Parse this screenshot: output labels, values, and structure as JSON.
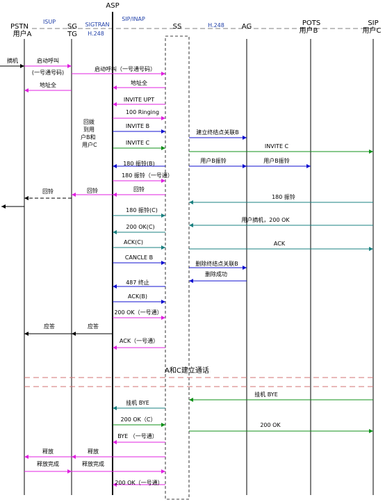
{
  "header": {
    "asp": "ASP",
    "pstn": "PSTN",
    "user_a": "用户A",
    "sg": "SG",
    "tg": "TG",
    "ss": "SS",
    "ag": "AG",
    "pots": "POTS",
    "user_b": "用户B",
    "sip": "SIP",
    "user_c": "用户C"
  },
  "protocols": {
    "isup": "ISUP",
    "sigtran": "SIGTRAN",
    "h248_left": "H.248",
    "sip_inap": "SIP/INAP",
    "h248_right": "H.248"
  },
  "colors": {
    "black": "#000000",
    "magenta": "#e020e0",
    "blue": "#1010d0",
    "green": "#10901a",
    "teal": "#1a8080",
    "dash_red": "#d07070"
  },
  "notes": {
    "parallel_ring": [
      "回拨",
      "到用",
      "户B和",
      "用户C"
    ],
    "call_established": "A和C建立通话"
  },
  "messages": [
    {
      "label": "摘机",
      "color": "black"
    },
    {
      "label": "启动呼叫",
      "color": "magenta"
    },
    {
      "label": "(一号通号码)",
      "color": "black"
    },
    {
      "label": "启动呼叫（一号通号码）",
      "color": "magenta"
    },
    {
      "label": "地址全",
      "color": "magenta"
    },
    {
      "label": "地址全",
      "color": "magenta"
    },
    {
      "label": "INVITE UPT",
      "color": "magenta"
    },
    {
      "label": "100 Ringing",
      "color": "magenta"
    },
    {
      "label": "INVITE B",
      "color": "blue"
    },
    {
      "label": "建立终结点关联B",
      "color": "blue"
    },
    {
      "label": "INVITE C",
      "color": "green"
    },
    {
      "label": "INVITE C",
      "color": "green"
    },
    {
      "label": "180 振铃(B)",
      "color": "blue"
    },
    {
      "label": "用户B振铃",
      "color": "blue"
    },
    {
      "label": "用户B振铃",
      "color": "blue"
    },
    {
      "label": "180 振铃（一号通）",
      "color": "magenta"
    },
    {
      "label": "回铃",
      "color": "magenta"
    },
    {
      "label": "回铃",
      "color": "magenta"
    },
    {
      "label": "180 振铃",
      "color": "teal"
    },
    {
      "label": "回铃",
      "color": "black"
    },
    {
      "label": "180 振铃(C)",
      "color": "teal"
    },
    {
      "label": "用户摘机，200 OK",
      "color": "teal"
    },
    {
      "label": "200 OK(C)",
      "color": "teal"
    },
    {
      "label": "ACK(C)",
      "color": "teal"
    },
    {
      "label": "ACK",
      "color": "teal"
    },
    {
      "label": "CANCLE B",
      "color": "blue"
    },
    {
      "label": "删除终结点关联B",
      "color": "blue"
    },
    {
      "label": "删除成功",
      "color": "blue"
    },
    {
      "label": "487 终止",
      "color": "blue"
    },
    {
      "label": "ACK(B)",
      "color": "blue"
    },
    {
      "label": "200 OK（一号通）",
      "color": "magenta"
    },
    {
      "label": "应答",
      "color": "black"
    },
    {
      "label": "应答",
      "color": "black"
    },
    {
      "label": "ACK（一号通）",
      "color": "magenta"
    },
    {
      "label": "挂机 BYE",
      "color": "teal"
    },
    {
      "label": "挂机 BYE",
      "color": "green"
    },
    {
      "label": "200 OK（C）",
      "color": "green"
    },
    {
      "label": "200 OK",
      "color": "green"
    },
    {
      "label": "BYE （一号通）",
      "color": "magenta"
    },
    {
      "label": "释放",
      "color": "magenta"
    },
    {
      "label": "释放",
      "color": "magenta"
    },
    {
      "label": "释放完成",
      "color": "magenta"
    },
    {
      "label": "释放完成",
      "color": "magenta"
    },
    {
      "label": "200 OK（一号通）",
      "color": "magenta"
    }
  ]
}
